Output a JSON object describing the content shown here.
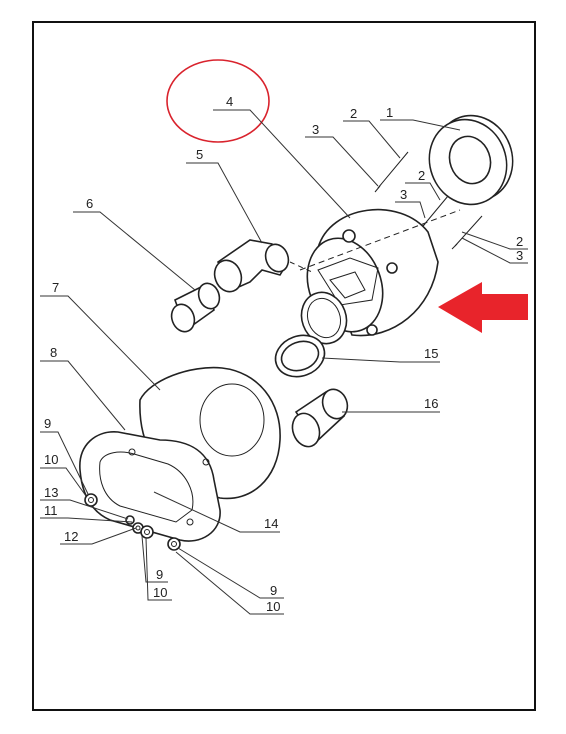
{
  "diagram": {
    "callouts": [
      {
        "id": "c1",
        "text": "1"
      },
      {
        "id": "c2a",
        "text": "2"
      },
      {
        "id": "c3a",
        "text": "3"
      },
      {
        "id": "c4",
        "text": "4"
      },
      {
        "id": "c5",
        "text": "5"
      },
      {
        "id": "c2b",
        "text": "2"
      },
      {
        "id": "c3b",
        "text": "3"
      },
      {
        "id": "c6",
        "text": "6"
      },
      {
        "id": "c2c",
        "text": "2"
      },
      {
        "id": "c3c",
        "text": "3"
      },
      {
        "id": "c7",
        "text": "7"
      },
      {
        "id": "c8",
        "text": "8"
      },
      {
        "id": "c15",
        "text": "15"
      },
      {
        "id": "c16",
        "text": "16"
      },
      {
        "id": "c9a",
        "text": "9"
      },
      {
        "id": "c10a",
        "text": "10"
      },
      {
        "id": "c13",
        "text": "13"
      },
      {
        "id": "c11",
        "text": "11"
      },
      {
        "id": "c12",
        "text": "12"
      },
      {
        "id": "c14",
        "text": "14"
      },
      {
        "id": "c9b",
        "text": "9"
      },
      {
        "id": "c10b",
        "text": "10"
      },
      {
        "id": "c9c",
        "text": "9"
      },
      {
        "id": "c10c",
        "text": "10"
      }
    ],
    "highlight_color": "#d9232d",
    "arrow_color": "#e8242b"
  }
}
